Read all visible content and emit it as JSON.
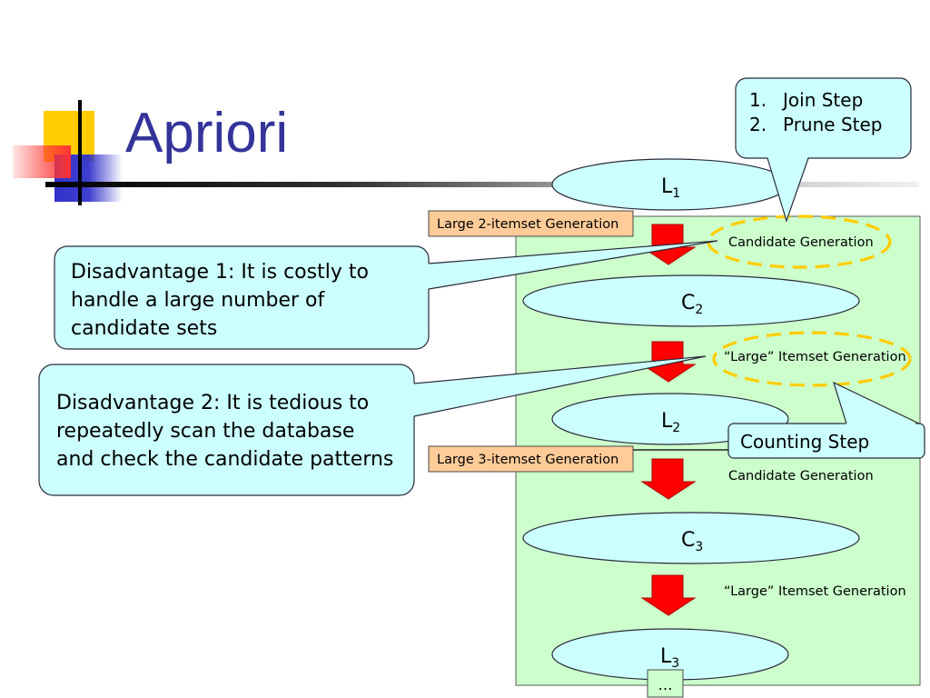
{
  "slide": {
    "title": "Apriori"
  },
  "theme": {
    "title_color": "#333399",
    "callout_fill": "#CCFFFF",
    "panel_fill": "#CCFFCC",
    "label_fill": "#FFCC99",
    "arrow_color": "#FF0000",
    "dashed_outline": "#FFCC00",
    "decor_yellow": "#FFCC00",
    "decor_red": "#FF3333",
    "decor_blue": "#3333CC"
  },
  "steps_callout": {
    "items": [
      {
        "number": "1.",
        "text": "Join Step"
      },
      {
        "number": "2.",
        "text": "Prune Step"
      }
    ]
  },
  "flow": {
    "nodes": [
      {
        "letter": "L",
        "subscript": "1"
      },
      {
        "letter": "C",
        "subscript": "2"
      },
      {
        "letter": "L",
        "subscript": "2"
      },
      {
        "letter": "C",
        "subscript": "3"
      },
      {
        "letter": "L",
        "subscript": "3"
      }
    ],
    "stage_labels": [
      "Large 2-itemset Generation",
      "Large 3-itemset Generation"
    ],
    "step_labels": [
      "Candidate Generation",
      "“Large” Itemset Generation",
      "Candidate Generation",
      "“Large” Itemset Generation"
    ],
    "continuation": "…"
  },
  "counting_step_callout": {
    "text": "Counting Step"
  },
  "disadvantage_callouts": [
    {
      "lines": [
        "Disadvantage 1: It is costly to",
        "handle a large number of",
        "candidate sets"
      ]
    },
    {
      "lines": [
        "Disadvantage 2: It is tedious to",
        "repeatedly scan the database",
        "and check the candidate patterns"
      ]
    }
  ]
}
